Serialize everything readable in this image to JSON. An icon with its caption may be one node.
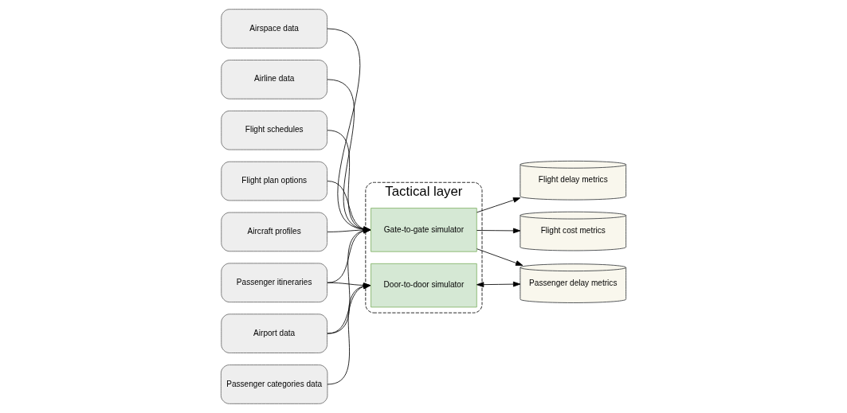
{
  "diagram": {
    "nodes": [
      {
        "text": [
          "Tactical layer"
        ]
      },
      {
        "text": [
          "Gate-to-gate simulator"
        ],
        "in": 0
      },
      {
        "text": [
          "Door-to-door simulator"
        ],
        "in": 0
      },
      {
        "text": [
          "Airline data"
        ]
      },
      {
        "text": [
          "Flight schedules"
        ]
      },
      {
        "text": [
          "Flight plan options"
        ]
      },
      {
        "text": [
          "Aircraft profiles"
        ]
      },
      {
        "text": [
          "Airspace data"
        ]
      },
      {
        "text": [
          "Passenger itineraries"
        ]
      },
      {
        "text": [
          "Airport data"
        ]
      },
      {
        "text": [
          "Passenger categories data"
        ]
      },
      {
        "text": [
          "Flight delay metrics"
        ]
      },
      {
        "text": [
          "Flight cost metrics"
        ]
      },
      {
        "text": [
          "Passenger delay metrics"
        ]
      }
    ],
    "edges": [
      {
        "from": 3,
        "to": 1,
        "arrow": "to"
      },
      {
        "from": 4,
        "to": 1,
        "arrow": "to"
      },
      {
        "from": 5,
        "to": 1,
        "arrow": "to"
      },
      {
        "from": 6,
        "to": 1,
        "arrow": "to"
      },
      {
        "from": 7,
        "to": 1,
        "arrow": "to"
      },
      {
        "from": 8,
        "to": 1,
        "arrow": "to"
      },
      {
        "from": 9,
        "to": 1,
        "arrow": "to"
      },
      {
        "from": 8,
        "to": 2,
        "arrow": "to"
      },
      {
        "from": 9,
        "to": 2,
        "arrow": "to"
      },
      {
        "from": 10,
        "to": 2,
        "arrow": "to"
      },
      {
        "from": 1,
        "to": 11,
        "arrow": "to"
      },
      {
        "from": 1,
        "to": 12,
        "arrow": "to"
      },
      {
        "from": 1,
        "to": 13,
        "arrow": "to"
      },
      {
        "from": 2,
        "to": 13,
        "arrow": "both"
      }
    ]
  }
}
